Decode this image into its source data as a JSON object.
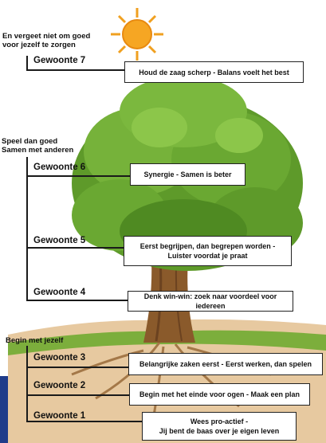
{
  "groups": [
    {
      "line1": "En vergeet niet om goed",
      "line2": "voor jezelf te zorgen"
    },
    {
      "line1": "Speel dan goed",
      "line2": "Samen met anderen"
    },
    {
      "line1": "Begin met jezelf"
    }
  ],
  "habits": [
    {
      "label": "Gewoonte 7",
      "line1": "Houd de zaag scherp - Balans voelt het best"
    },
    {
      "label": "Gewoonte 6",
      "line1": "Synergie - Samen is beter"
    },
    {
      "label": "Gewoonte 5",
      "line1": "Eerst begrijpen, dan begrepen worden -",
      "line2": "Luister voordat je praat"
    },
    {
      "label": "Gewoonte 4",
      "line1": "Denk win-win: zoek naar voordeel voor iedereen"
    },
    {
      "label": "Gewoonte 3",
      "line1": "Belangrijke zaken eerst - Eerst werken, dan spelen"
    },
    {
      "label": "Gewoonte 2",
      "line1": "Begin met het einde voor ogen - Maak een plan"
    },
    {
      "label": "Gewoonte 1",
      "line1": "Wees pro-actief -",
      "line2": "Jij bent de baas over je eigen leven"
    }
  ],
  "colors": {
    "foliage": "#5e9a2a",
    "trunk": "#8a5a2b",
    "sun": "#f6a623",
    "ground": "#e7c9a0",
    "accent_bar": "#1f3c8a"
  }
}
